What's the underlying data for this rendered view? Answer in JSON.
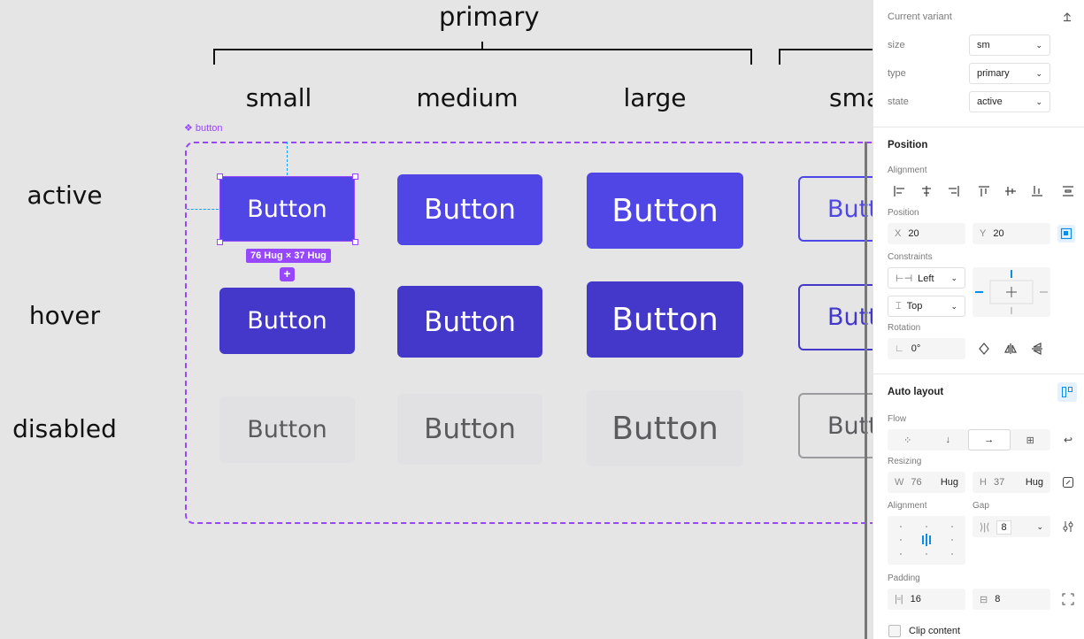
{
  "canvas": {
    "group_title": "primary",
    "columns": [
      "small",
      "medium",
      "large",
      "sma"
    ],
    "rows": [
      "active",
      "hover",
      "disabled"
    ],
    "component_tag": "❖ button",
    "button_label": "Button",
    "button_partial": "Butt",
    "size_tag": "76 Hug × 37 Hug",
    "colors": {
      "active": "#4f46e5",
      "hover": "#4338ca",
      "disabled": "#e1e1e3",
      "selection": "#9747ff"
    }
  },
  "panel": {
    "variant": {
      "title": "Current variant",
      "props": [
        {
          "label": "size",
          "value": "sm"
        },
        {
          "label": "type",
          "value": "primary"
        },
        {
          "label": "state",
          "value": "active"
        }
      ]
    },
    "position": {
      "title": "Position",
      "alignment_label": "Alignment",
      "position_label": "Position",
      "x_label": "X",
      "x_value": "20",
      "y_label": "Y",
      "y_value": "20",
      "constraints_label": "Constraints",
      "h_constraint": "Left",
      "v_constraint": "Top",
      "rotation_label": "Rotation",
      "rotation_value": "0°"
    },
    "auto_layout": {
      "title": "Auto layout",
      "flow_label": "Flow",
      "resizing_label": "Resizing",
      "w_label": "W",
      "w_value": "76",
      "w_mode": "Hug",
      "h_label": "H",
      "h_value": "37",
      "h_mode": "Hug",
      "alignment_label": "Alignment",
      "gap_label": "Gap",
      "gap_value": "8",
      "padding_label": "Padding",
      "padding_h": "16",
      "padding_v": "8",
      "clip_label": "Clip content"
    }
  }
}
